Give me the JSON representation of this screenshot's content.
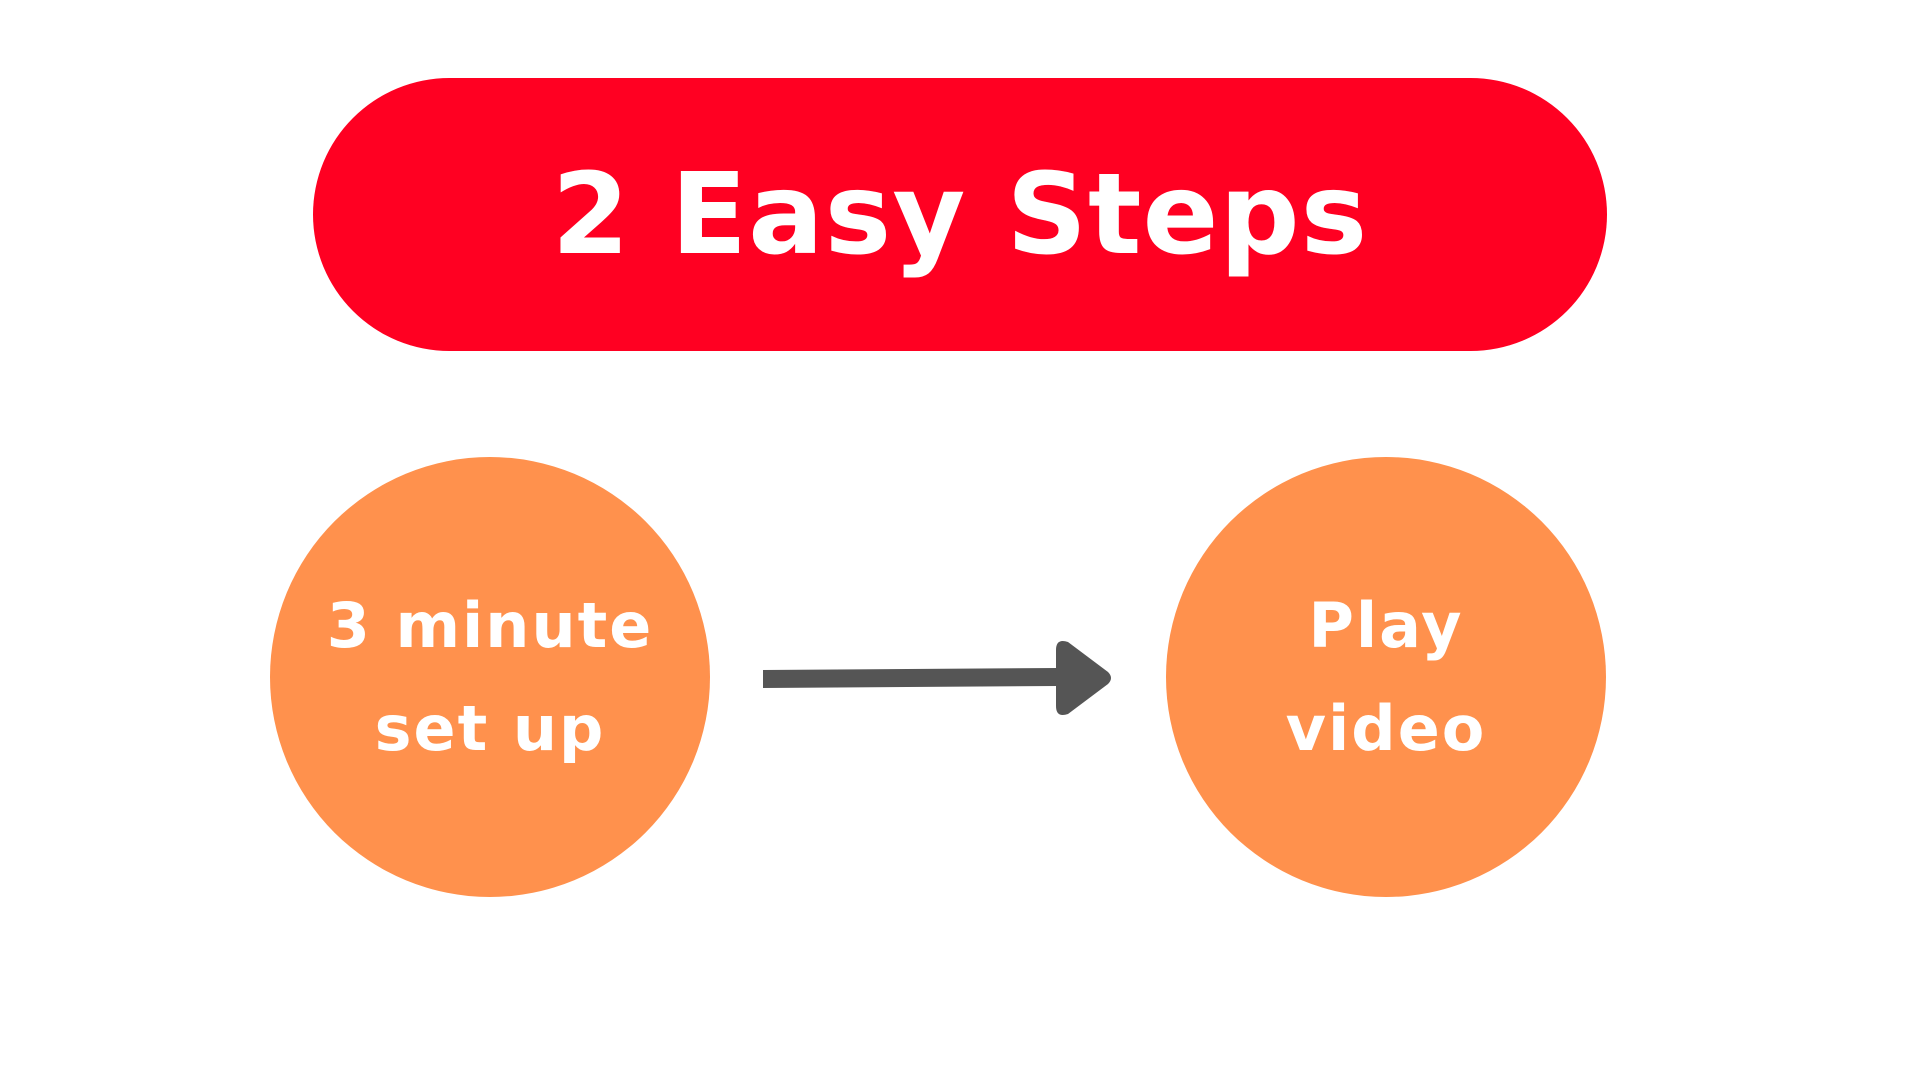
{
  "title": "2 Easy Steps",
  "steps": [
    {
      "line1": "3 minute",
      "line2": "set up"
    },
    {
      "line1": "Play",
      "line2": "video"
    }
  ],
  "connector_icon": "arrow-right-icon",
  "colors": {
    "banner": "#FF0022",
    "step_circle": "#FF914D",
    "arrow": "#555555",
    "text": "#FFFFFF"
  }
}
